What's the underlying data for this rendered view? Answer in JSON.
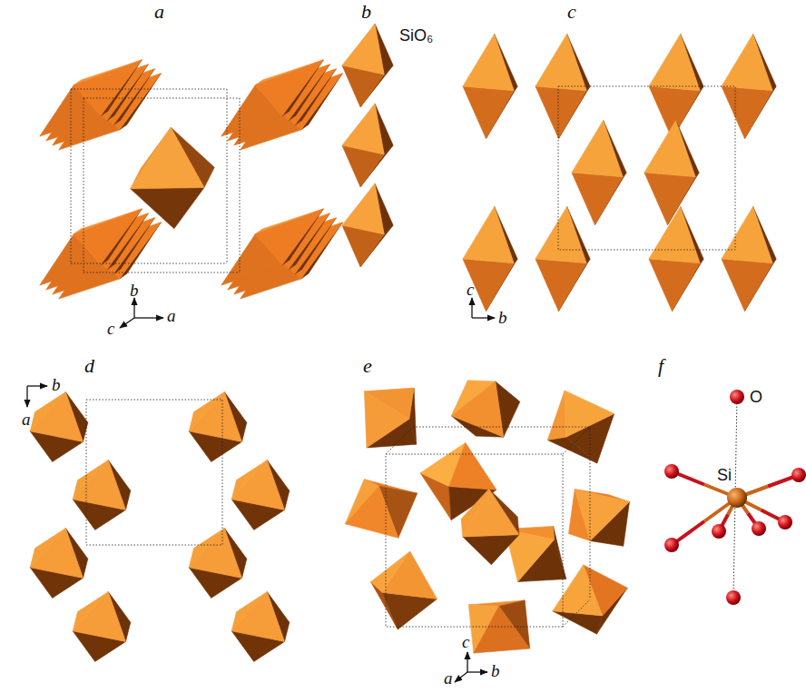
{
  "diagram": {
    "labels": [
      "a",
      "b",
      "c",
      "d",
      "e",
      "f",
      "SiO₆",
      "b",
      "c",
      "a",
      "c",
      "b",
      "b",
      "a",
      "c",
      "a",
      "b",
      "O",
      "Si"
    ]
  }
}
